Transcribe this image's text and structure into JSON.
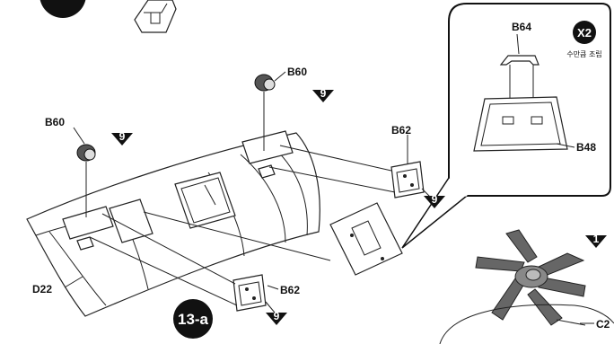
{
  "step_label": "13-a",
  "labels": {
    "b60_top": "B60",
    "b60_left": "B60",
    "b62_right": "B62",
    "b62_bottom": "B62",
    "d22": "D22",
    "c2": "C2",
    "b64": "B64",
    "b48": "B48"
  },
  "markers": {
    "t1": "9",
    "t2": "9",
    "t3": "9",
    "t4": "9",
    "t5": "1"
  },
  "callout": {
    "multiplier": "X2",
    "note": "수만큼 조립"
  }
}
